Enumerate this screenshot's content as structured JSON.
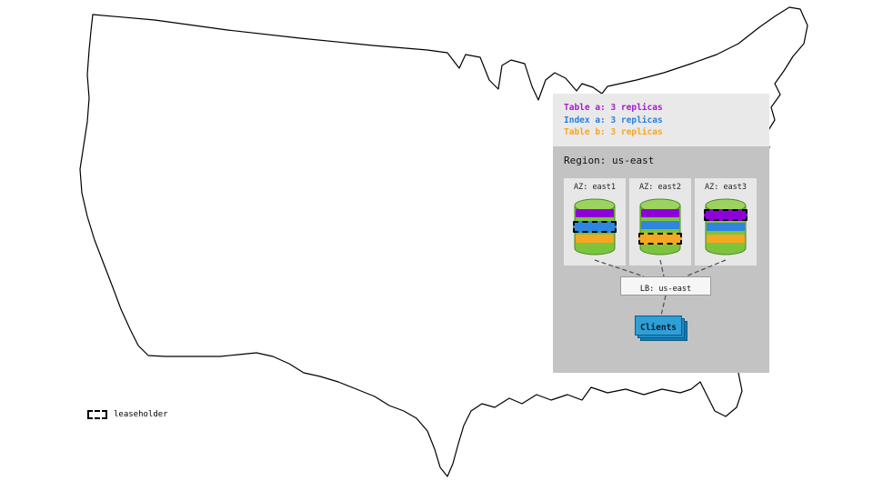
{
  "legend": {
    "items": [
      {
        "label": "Table a: 3 replicas",
        "color": "#a61ad0"
      },
      {
        "label": "Index a: 3 replicas",
        "color": "#2a7fdd"
      },
      {
        "label": "Table b: 3 replicas",
        "color": "#f5a623"
      }
    ]
  },
  "region": {
    "title": "Region: us-east",
    "azs": [
      {
        "label": "AZ: east1",
        "bars": [
          {
            "name": "table-a",
            "color": "#8e00d8",
            "leaseholder": false
          },
          {
            "name": "index-a",
            "color": "#2e86de",
            "leaseholder": true
          },
          {
            "name": "table-b",
            "color": "#f5a623",
            "leaseholder": false
          }
        ]
      },
      {
        "label": "AZ: east2",
        "bars": [
          {
            "name": "table-a",
            "color": "#8e00d8",
            "leaseholder": false
          },
          {
            "name": "index-a",
            "color": "#2e86de",
            "leaseholder": false
          },
          {
            "name": "table-b",
            "color": "#f5a623",
            "leaseholder": true
          }
        ]
      },
      {
        "label": "AZ: east3",
        "bars": [
          {
            "name": "table-a",
            "color": "#8e00d8",
            "leaseholder": true
          },
          {
            "name": "index-a",
            "color": "#2e86de",
            "leaseholder": false
          },
          {
            "name": "table-b",
            "color": "#f5a623",
            "leaseholder": false
          }
        ]
      }
    ],
    "lb_label": "LB: us-east",
    "clients_label": "Clients"
  },
  "map_key": {
    "label": "leaseholder"
  },
  "colors": {
    "cylinder_body": "#7cc43c",
    "cylinder_top": "#9bd35e",
    "region_bg": "#c3c3c3",
    "az_bg": "#e7e7e7",
    "clients_blue": "#2f9fd8"
  }
}
